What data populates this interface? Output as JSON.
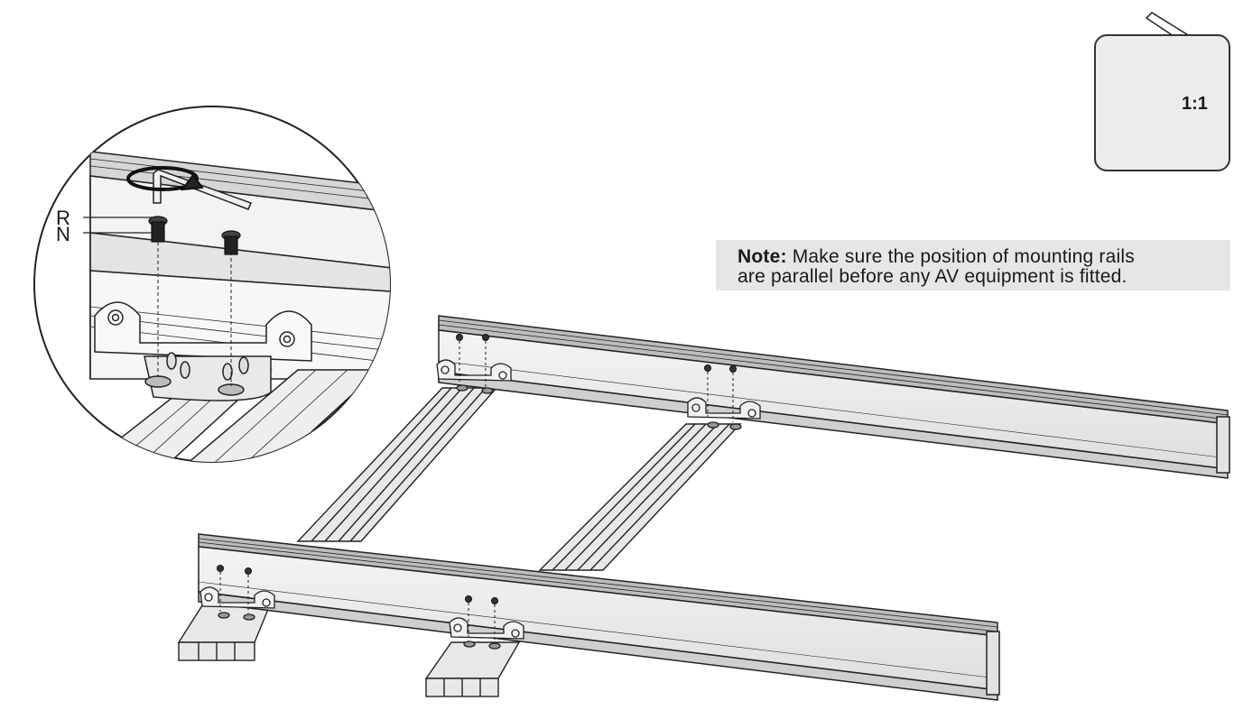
{
  "callouts": {
    "r": "R",
    "n": "N"
  },
  "tool": {
    "icon": "hex-key-icon",
    "scale": "1:1"
  },
  "note": {
    "label": "Note:",
    "line1": " Make sure the position of mounting rails",
    "line2": "are parallel before any AV equipment is fitted."
  },
  "colors": {
    "outline": "#1a1a1a",
    "metal": "#d9d9d9",
    "note_background": "#e6e6e6"
  }
}
